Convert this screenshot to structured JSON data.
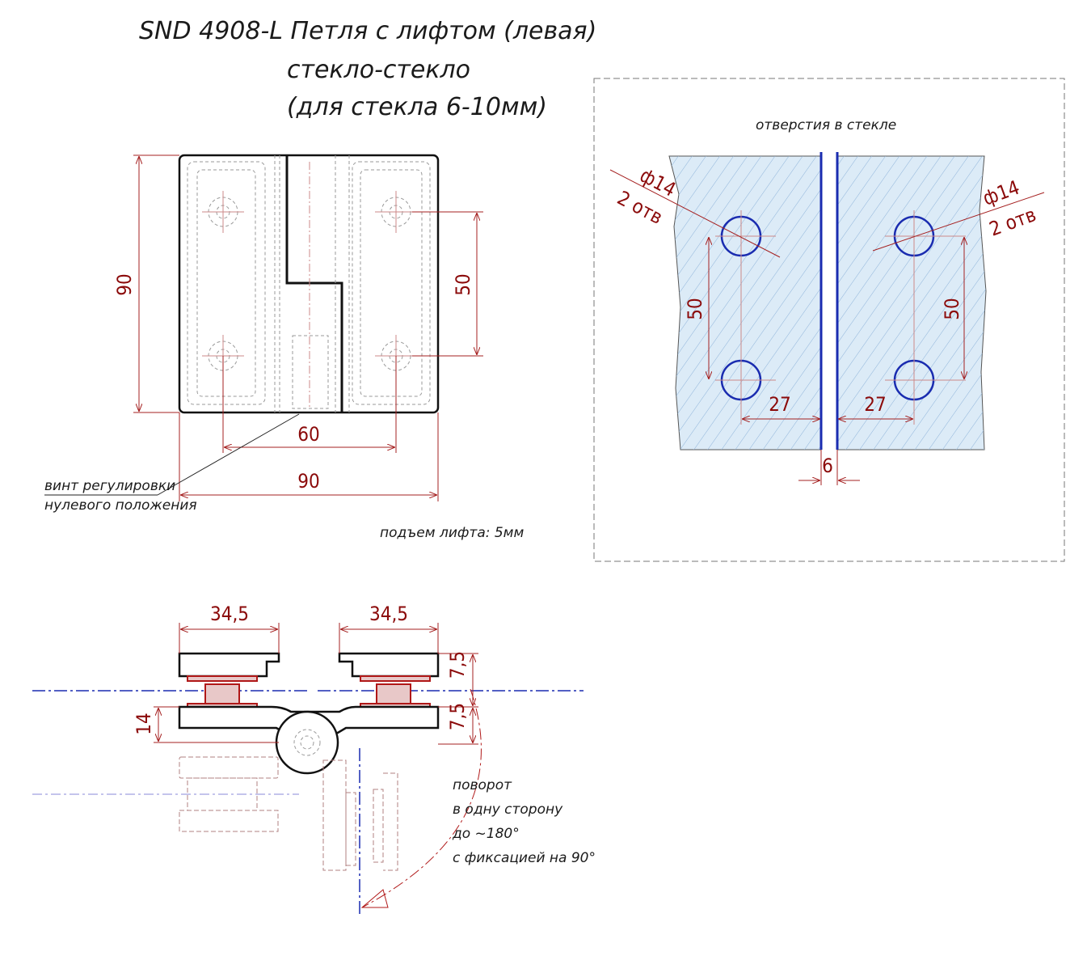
{
  "title": {
    "line1": "SND 4908-L Петля с лифтом (левая)",
    "line2": "стекло-стекло",
    "line3": "(для стекла 6-10мм)"
  },
  "front_view": {
    "dim_height": "90",
    "dim_hole_spacing": "50",
    "dim_hole_width": "60",
    "dim_width": "90",
    "screw_note_line1": "винт регулировки",
    "screw_note_line2": "нулевого положения",
    "lift_note": "подъем лифта: 5мм"
  },
  "glass_holes": {
    "caption": "отверстия в стекле",
    "left_diameter": "ф14",
    "left_count": "2 отв",
    "right_diameter": "ф14",
    "right_count": "2 отв",
    "left_spacing": "50",
    "right_spacing": "50",
    "left_edge": "27",
    "right_edge": "27",
    "gap": "6"
  },
  "top_view": {
    "dim_left_width": "34,5",
    "dim_right_width": "34,5",
    "dim_top_thickness": "7,5",
    "dim_bottom_thickness": "7,5",
    "dim_total": "14",
    "rotation_line1": "поворот",
    "rotation_line2": "в одну сторону",
    "rotation_line3": "до ~180°",
    "rotation_line4": "с фиксацией на 90°"
  },
  "colors": {
    "outline": "#111111",
    "dimension": "#a52020",
    "axis": "#1a2cb0",
    "glass": "#dcebf7"
  }
}
